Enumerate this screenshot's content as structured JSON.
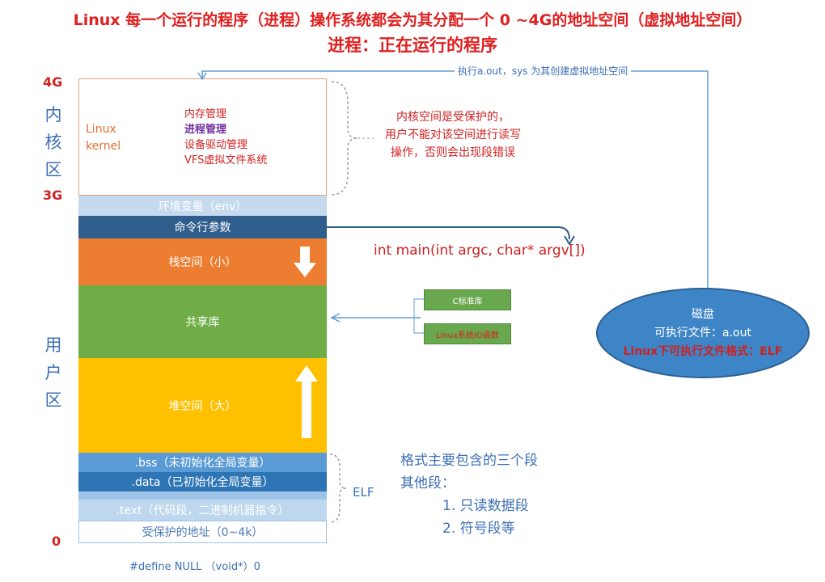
{
  "title": {
    "line1": "Linux 每一个运行的程序（进程）操作系统都会为其分配一个 0 ~4G的地址空间（虚拟地址空间）",
    "line2": "进程：正在运行的程序"
  },
  "addresses": {
    "top": "4G",
    "kernel_bottom": "3G",
    "bottom": "0"
  },
  "zones": {
    "kernel": "内核区",
    "user": "用户区"
  },
  "kernel": {
    "label": [
      "Linux",
      "kernel"
    ],
    "items": [
      "内存管理",
      "进程管理",
      "设备驱动管理",
      "VFS虚拟文件系统"
    ],
    "note": [
      "内核空间是受保护的，",
      "用户不能对该空间进行读写",
      "操作，否则会出现段错误"
    ]
  },
  "segments": {
    "env": "环境变量（env）",
    "args": "命令行参数",
    "stack": "栈空间（小）",
    "shared": "共享库",
    "heap": "堆空间（大）",
    "bss": ".bss（未初始化全局变量）",
    "data": ".data（已初始化全局变量）",
    "text": ".text（代码段，二进制机器指令）",
    "protected": "受保护的地址（0~4k）"
  },
  "main_signature": "int main(int argc, char* argv[])",
  "lib_boxes": [
    "C标准库",
    "Linux系统IO函数"
  ],
  "exec_note": "执行a.out，sys 为其创建虚拟地址空间",
  "disk": {
    "title": "磁盘",
    "line1": "可执行文件：a.out",
    "line2": "Linux下可执行文件格式：ELF"
  },
  "elf_label": "ELF",
  "elf_notes": {
    "line1": "格式主要包含的三个段",
    "line2": "其他段：",
    "item1": "1. 只读数据段",
    "item2": "2. 符号段等"
  },
  "null_define": "#define NULL （void*）0",
  "colors": {
    "title": "#e02020",
    "env": "#c5d9ef",
    "args": "#2f5d8c",
    "stack": "#ed7d31",
    "shared": "#70ad47",
    "heap": "#ffc000",
    "bss": "#5b9bd5",
    "data": "#2e75b6",
    "text": "#bdd7ee",
    "disk": "#3d85c6"
  }
}
